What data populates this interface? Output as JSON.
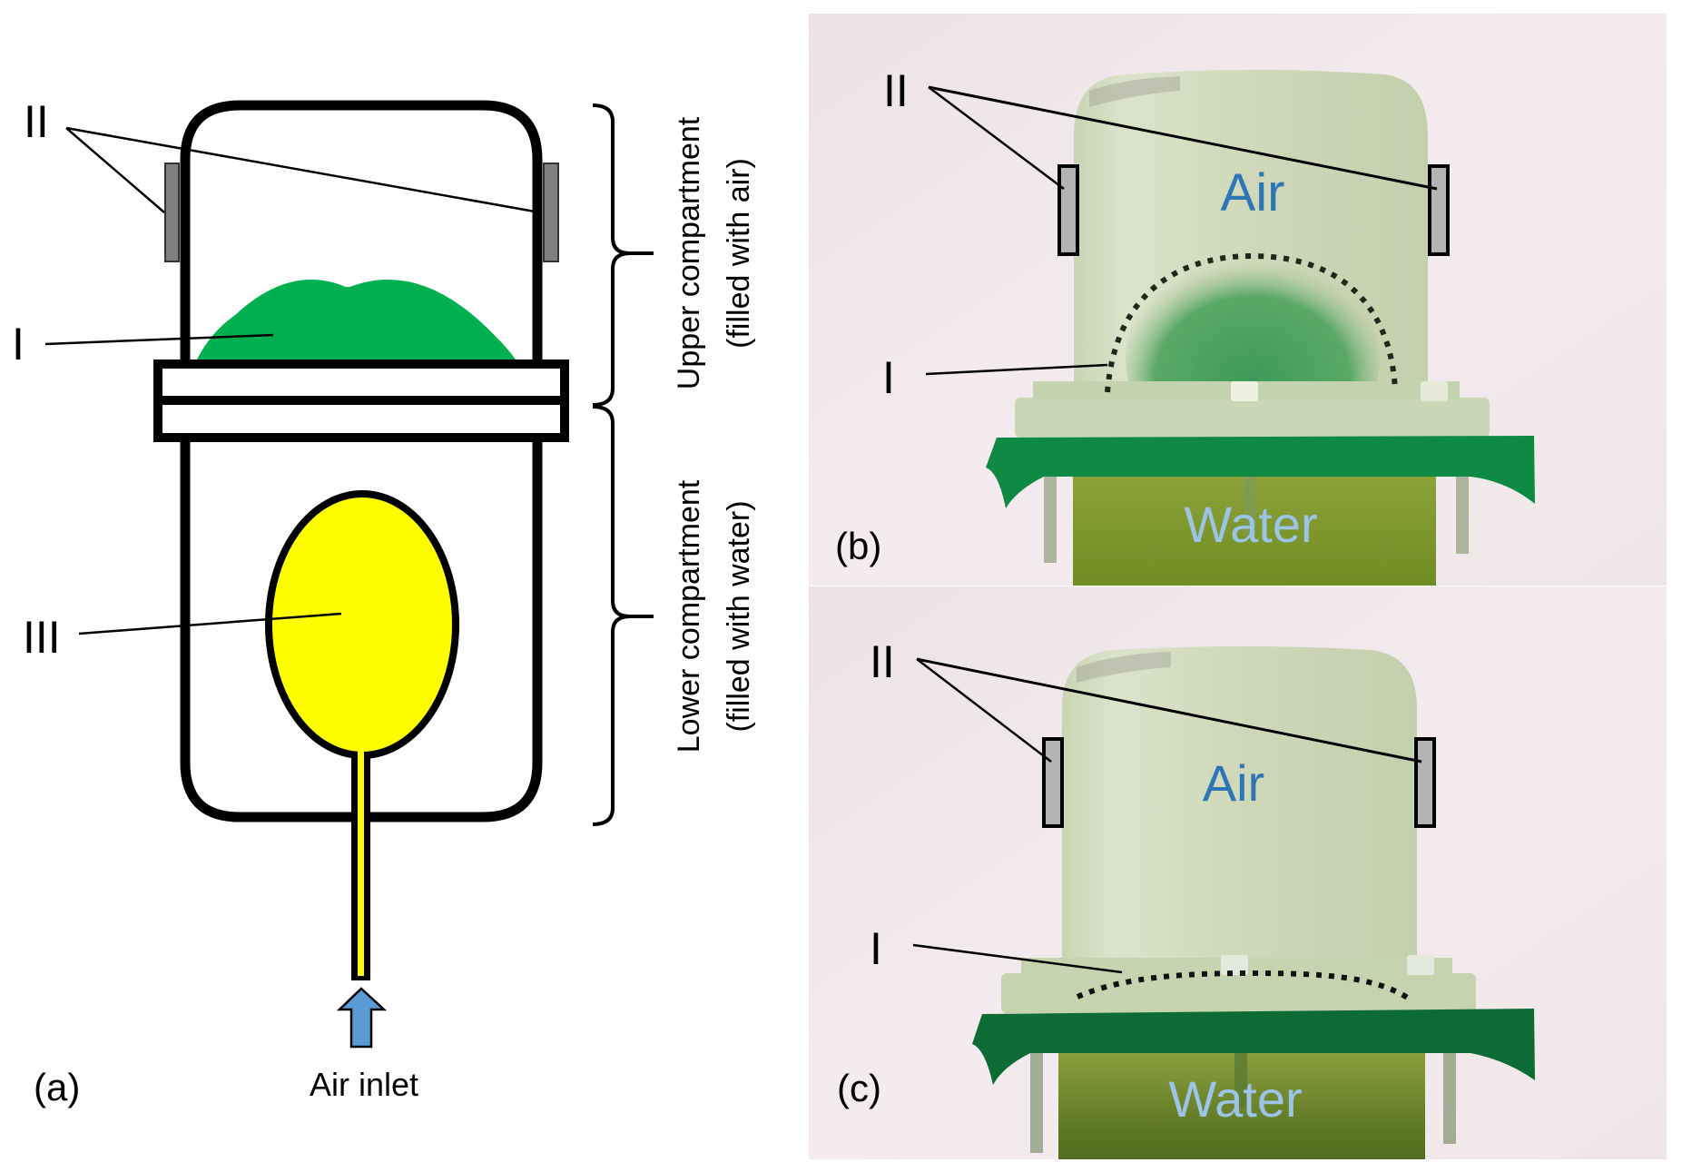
{
  "figure": {
    "panels": {
      "a": {
        "panel_label": "(a)",
        "labels": {
          "electrodes": "II",
          "droplet": "I",
          "balloon": "III"
        },
        "compartments": {
          "upper_title": "Upper compartment",
          "upper_sub": "(filled with air)",
          "lower_title": "Lower compartment",
          "lower_sub": "(filled with water)"
        },
        "inlet_label": "Air inlet"
      },
      "b": {
        "panel_label": "(b)",
        "labels": {
          "electrodes": "II",
          "droplet": "I"
        },
        "air_label": "Air",
        "water_label": "Water"
      },
      "c": {
        "panel_label": "(c)",
        "labels": {
          "electrodes": "II",
          "droplet": "I"
        },
        "air_label": "Air",
        "water_label": "Water"
      }
    },
    "colors": {
      "droplet_green": "#00B050",
      "balloon_yellow": "#FFFF00",
      "electrode_gray": "#808080",
      "photo_electrode_gray": "#B4B4B4",
      "arrow_blue": "#5B9BD5",
      "air_text_blue": "#2E75B6",
      "water_text_blue": "#9DC3E6"
    }
  }
}
